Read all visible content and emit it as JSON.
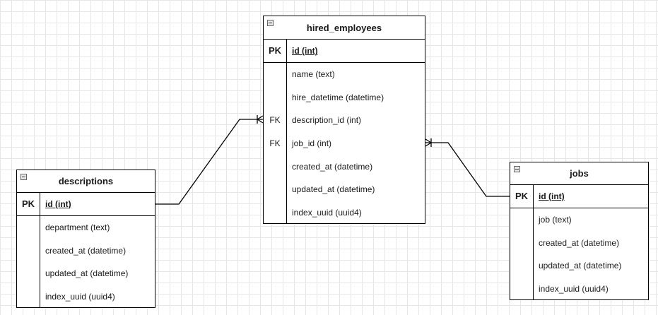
{
  "entities": {
    "hired_employees": {
      "title": "hired_employees",
      "pk": {
        "key": "PK",
        "field": "id (int)"
      },
      "fields": [
        {
          "key": "",
          "field": "name (text)"
        },
        {
          "key": "",
          "field": "hire_datetime (datetime)"
        },
        {
          "key": "FK",
          "field": "description_id (int)"
        },
        {
          "key": "FK",
          "field": "job_id (int)"
        },
        {
          "key": "",
          "field": "created_at (datetime)"
        },
        {
          "key": "",
          "field": "updated_at (datetime)"
        },
        {
          "key": "",
          "field": "index_uuid (uuid4)"
        }
      ]
    },
    "descriptions": {
      "title": "descriptions",
      "pk": {
        "key": "PK",
        "field": "id (int)"
      },
      "fields": [
        {
          "key": "",
          "field": "department (text)"
        },
        {
          "key": "",
          "field": "created_at (datetime)"
        },
        {
          "key": "",
          "field": "updated_at (datetime)"
        },
        {
          "key": "",
          "field": "index_uuid (uuid4)"
        }
      ]
    },
    "jobs": {
      "title": "jobs",
      "pk": {
        "key": "PK",
        "field": "id (int)"
      },
      "fields": [
        {
          "key": "",
          "field": "job (text)"
        },
        {
          "key": "",
          "field": "created_at (datetime)"
        },
        {
          "key": "",
          "field": "updated_at (datetime)"
        },
        {
          "key": "",
          "field": "index_uuid (uuid4)"
        }
      ]
    }
  },
  "relations": [
    {
      "from": "descriptions.id",
      "to": "hired_employees.description_id",
      "cardinality": "one-to-many"
    },
    {
      "from": "jobs.id",
      "to": "hired_employees.job_id",
      "cardinality": "one-to-many"
    }
  ],
  "colors": {
    "background": "#ffffff",
    "grid": "#e6e6e6",
    "border": "#000000",
    "text": "#1a1a1a"
  }
}
